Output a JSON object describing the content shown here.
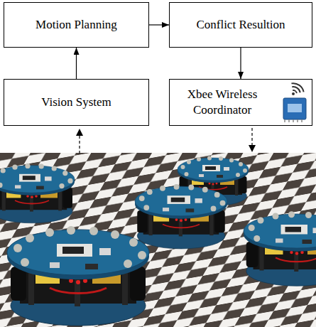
{
  "diagram": {
    "nodes": [
      {
        "text": [
          "Motion Planning"
        ]
      },
      {
        "text": [
          "Conflict Resultion"
        ]
      },
      {
        "text": [
          "Vision System"
        ]
      },
      {
        "text": [
          "Xbee Wireless Coordinator"
        ]
      }
    ],
    "edges": [
      {
        "from": 2,
        "to": 0,
        "arrow": "to"
      },
      {
        "from": 0,
        "to": 1,
        "arrow": "to"
      },
      {
        "from": 1,
        "to": 3,
        "arrow": "to"
      }
    ]
  }
}
